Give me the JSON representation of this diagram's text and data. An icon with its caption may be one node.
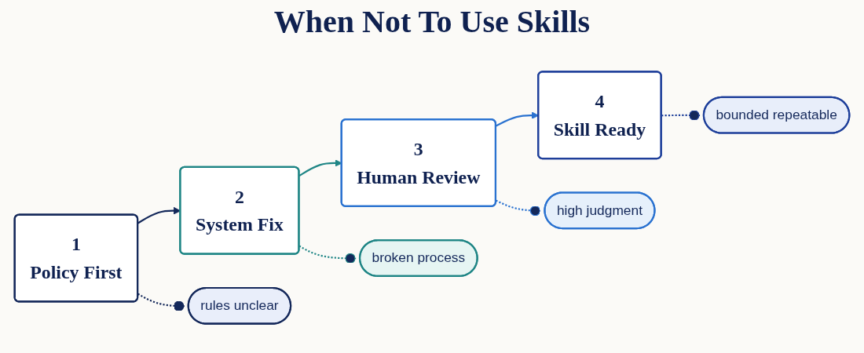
{
  "diagram": {
    "title": "When Not To Use Skills",
    "nodes": [
      {
        "text": [
          "1",
          "Policy First"
        ]
      },
      {
        "text": [
          "2",
          "System Fix"
        ]
      },
      {
        "text": [
          "3",
          "Human Review"
        ]
      },
      {
        "text": [
          "4",
          "Skill Ready"
        ]
      },
      {
        "text": [
          "rules unclear"
        ]
      },
      {
        "text": [
          "broken process"
        ]
      },
      {
        "text": [
          "high judgment"
        ]
      },
      {
        "text": [
          "bounded repeatable"
        ]
      }
    ],
    "edges": [
      {
        "from": 0,
        "to": 1,
        "arrow": "to",
        "color": "#14285a"
      },
      {
        "from": 1,
        "to": 2,
        "arrow": "to",
        "color": "#1e8585"
      },
      {
        "from": 2,
        "to": 3,
        "arrow": "to",
        "color": "#2a72d0"
      },
      {
        "from": 0,
        "to": 4,
        "arrow": "other",
        "style": "dashed",
        "color": "#14285a"
      },
      {
        "from": 1,
        "to": 5,
        "arrow": "other",
        "style": "dashed",
        "color": "#1e8585"
      },
      {
        "from": 2,
        "to": 6,
        "arrow": "other",
        "style": "dashed",
        "color": "#2a72d0"
      },
      {
        "from": 3,
        "to": 7,
        "arrow": "other",
        "style": "dashed",
        "color": "#1e3f9a"
      }
    ]
  }
}
